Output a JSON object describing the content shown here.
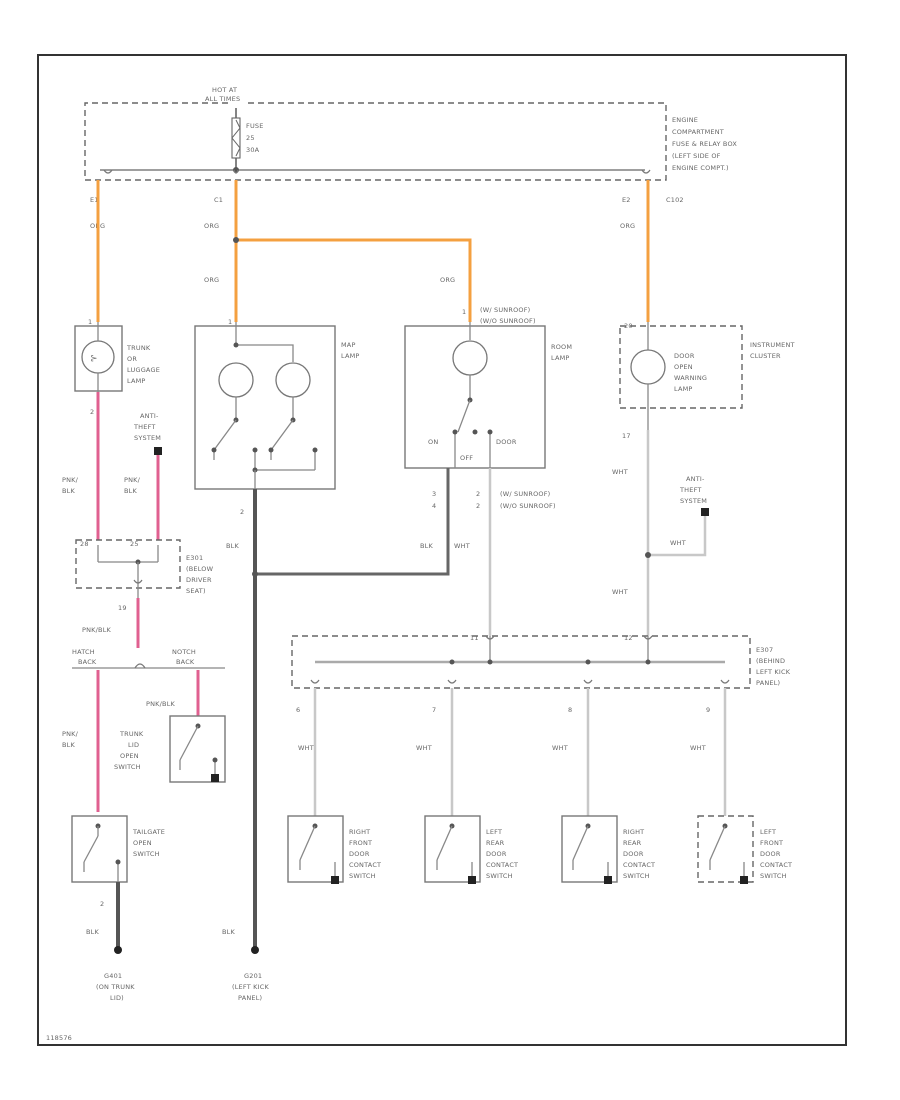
{
  "fuse_box": {
    "hot_at": [
      "HOT AT",
      "ALL TIMES"
    ],
    "fuse": [
      "FUSE",
      "25",
      "30A"
    ],
    "label": [
      "ENGINE",
      "COMPARTMENT",
      "FUSE & RELAY BOX",
      "(LEFT SIDE OF",
      "ENGINE COMPT.)"
    ]
  },
  "connectors": {
    "e1": "E1",
    "c1": "C1",
    "e2": "E2",
    "c102": "C102",
    "sun_conn": "(W/O SUNROOF)",
    "sun_conn2": "(W/ SUNROOF)",
    "pin_room_top": "1",
    "pin_room_a": "3",
    "pin_room_b": "4",
    "pin_room_c": "2",
    "pin_room_d": "2",
    "sun_pins_label": [
      "(W/ SUNROOF)",
      "(W/O SUNROOF)"
    ],
    "pin_trunk_top": "1",
    "pin_trunk_bot": "2",
    "pin_map_top": "1",
    "pin_map_bot": "2",
    "pin_cluster_top": "20",
    "pin_cluster_bot": "17",
    "pin_e301_a": "28",
    "pin_e301_b": "25",
    "pin_e301_c": "19",
    "pin_tail_bot": "2",
    "pin_e307_a": "11",
    "pin_e307_b": "12",
    "pin_e307_out": [
      "6",
      "7",
      "8",
      "9"
    ]
  },
  "wires": {
    "org": "ORG",
    "pnk_blk": [
      "PNK/",
      "BLK"
    ],
    "pnkblk_inline": "PNK/BLK",
    "blk": "BLK",
    "wht": "WHT"
  },
  "components": {
    "trunk_lamp": [
      "TRUNK",
      "OR",
      "LUGGAGE",
      "LAMP"
    ],
    "map_lamp": [
      "MAP",
      "LAMP"
    ],
    "room_lamp": [
      "ROOM",
      "LAMP"
    ],
    "room_switch": [
      "ON",
      "OFF",
      "DOOR"
    ],
    "door_open_lamp": [
      "DOOR",
      "OPEN",
      "WARNING",
      "LAMP"
    ],
    "instrument_cluster": [
      "INSTRUMENT",
      "CLUSTER"
    ],
    "anti_theft_1": [
      "ANTI-",
      "THEFT",
      "SYSTEM"
    ],
    "anti_theft_2": [
      "ANTI-",
      "THEFT",
      "SYSTEM"
    ],
    "e301": [
      "E301",
      "(BELOW",
      "DRIVER",
      "SEAT)"
    ],
    "hatch_wagon": [
      "HATCH",
      "BACK"
    ],
    "notch_wagon": [
      "NOTCH",
      "BACK"
    ],
    "trunk_lid_switch": [
      "TRUNK",
      "LID",
      "OPEN",
      "SWITCH"
    ],
    "tailgate_switch": [
      "TAILGATE",
      "OPEN",
      "SWITCH"
    ],
    "e307": [
      "E307",
      "(BEHIND",
      "LEFT KICK",
      "PANEL)"
    ],
    "rf_door": [
      "RIGHT",
      "FRONT",
      "DOOR",
      "CONTACT",
      "SWITCH"
    ],
    "lr_door": [
      "LEFT",
      "REAR",
      "DOOR",
      "CONTACT",
      "SWITCH"
    ],
    "rr_door": [
      "RIGHT",
      "REAR",
      "DOOR",
      "CONTACT",
      "SWITCH"
    ],
    "lf_door": [
      "LEFT",
      "FRONT",
      "DOOR",
      "CONTACT",
      "SWITCH"
    ]
  },
  "grounds": {
    "g401": [
      "G401",
      "(ON TRUNK",
      "LID)"
    ],
    "g201": [
      "G201",
      "(LEFT KICK",
      "PANEL)"
    ]
  },
  "figure_id": "118576"
}
